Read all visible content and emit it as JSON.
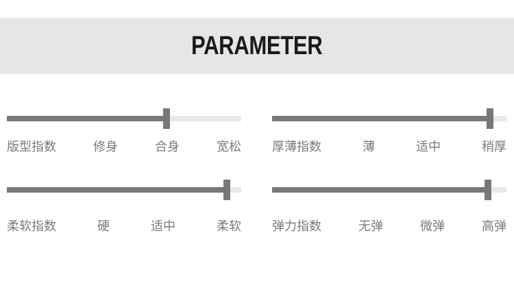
{
  "header": {
    "title": "PARAMETER"
  },
  "params": [
    {
      "labels": [
        "版型指数",
        "修身",
        "合身",
        "宽松"
      ],
      "level": 0.68
    },
    {
      "labels": [
        "厚薄指数",
        "薄",
        "适中",
        "稍厚"
      ],
      "level": 0.93
    },
    {
      "labels": [
        "柔软指数",
        "硬",
        "适中",
        "柔软"
      ],
      "level": 0.94
    },
    {
      "labels": [
        "弹力指数",
        "无弹",
        "微弹",
        "高弹"
      ],
      "level": 0.92
    }
  ]
}
